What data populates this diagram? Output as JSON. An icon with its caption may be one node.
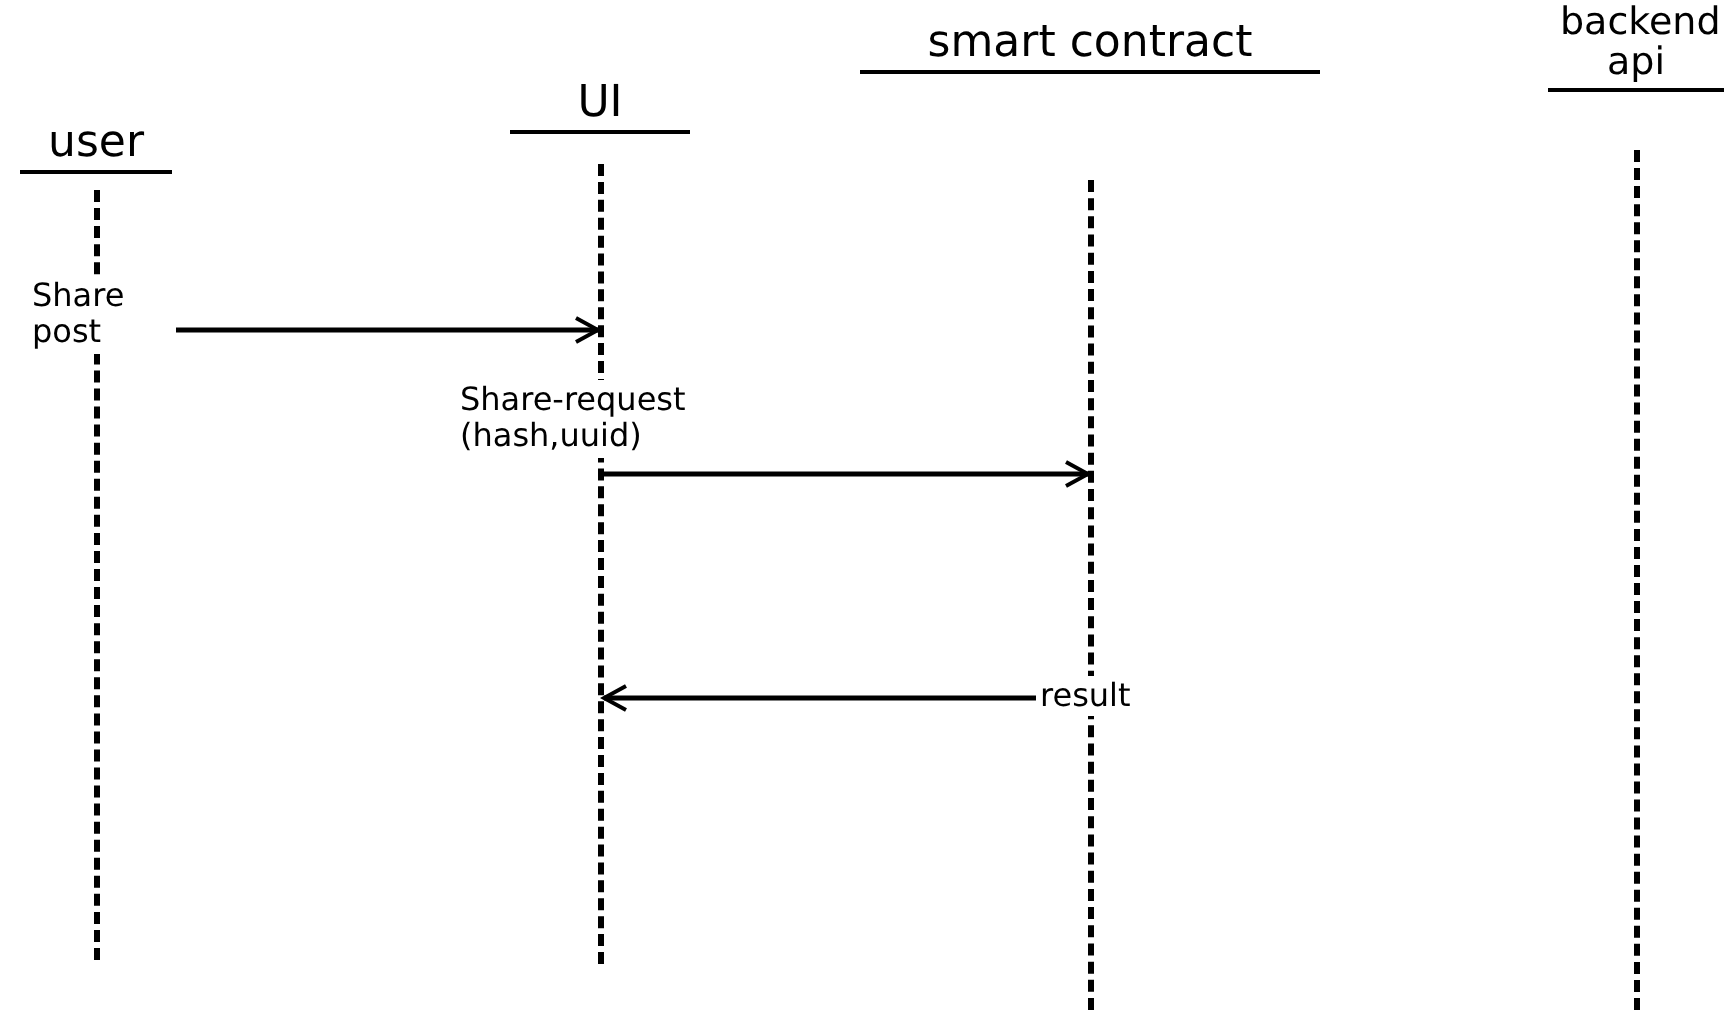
{
  "diagram": {
    "nodes": [
      {
        "text": [
          "user"
        ]
      },
      {
        "text": [
          "UI"
        ]
      },
      {
        "text": [
          "smart contract"
        ]
      },
      {
        "text": [
          "backend api"
        ]
      },
      {
        "text": [],
        "shape": "line"
      },
      {
        "text": [],
        "shape": "line"
      },
      {
        "text": [],
        "shape": "line"
      },
      {
        "text": [],
        "shape": "line"
      }
    ],
    "edges": [
      {
        "from": 4,
        "to": 5,
        "arrow": "to",
        "label": "Share post"
      },
      {
        "from": 5,
        "to": 6,
        "arrow": "to",
        "label": "Share-request (hash,uuid)"
      },
      {
        "from": 6,
        "to": 5,
        "arrow": "to",
        "label": "result"
      }
    ]
  }
}
